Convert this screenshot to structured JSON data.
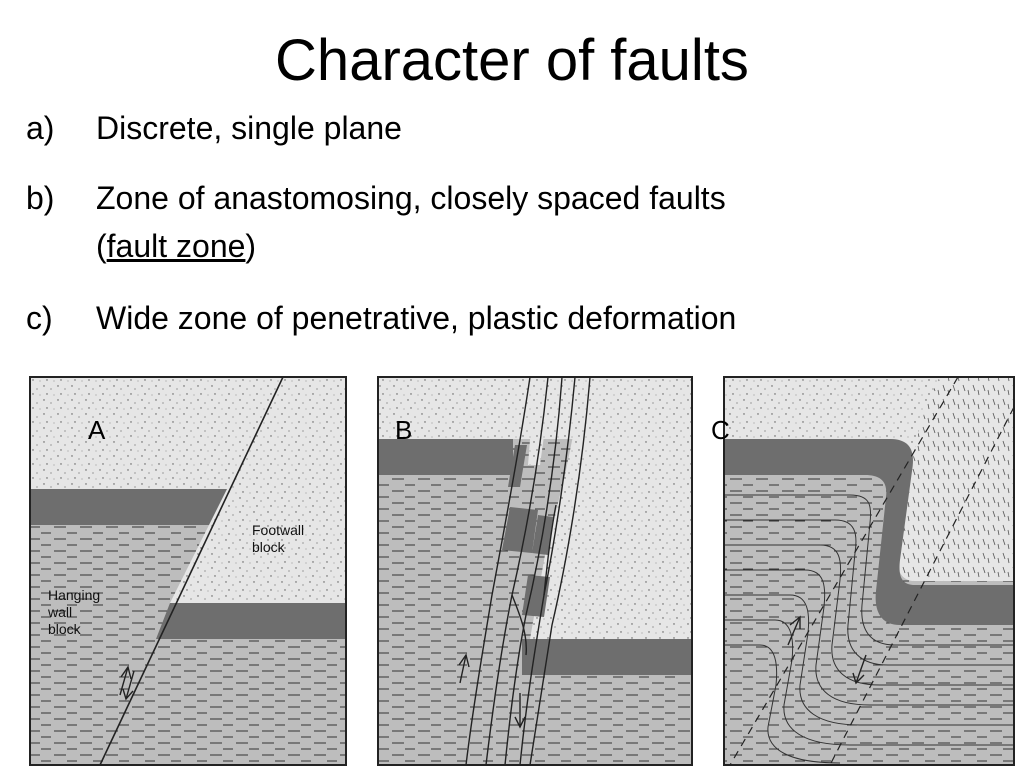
{
  "title": "Character of faults",
  "items": [
    {
      "marker": "a)",
      "text": "Discrete, single plane"
    },
    {
      "marker": "b)",
      "text_before": "Zone of anastomosing, closely spaced faults",
      "paren_open": "(",
      "underlined": "fault zone",
      "paren_close": ")"
    },
    {
      "marker": "c)",
      "text": "Wide zone of penetrative, plastic deformation"
    }
  ],
  "figure": {
    "panel_labels": [
      "A",
      "B",
      "C"
    ],
    "footwall_label": [
      "Footwall",
      "block"
    ],
    "hanging_wall_label": [
      "Hanging",
      "wall",
      "block"
    ],
    "colors": {
      "background": "#ffffff",
      "dark_layer": "#6e6e6e",
      "grey_layer": "#bdbdbd",
      "light_layer": "#e6e6e6",
      "line": "#222222"
    }
  }
}
